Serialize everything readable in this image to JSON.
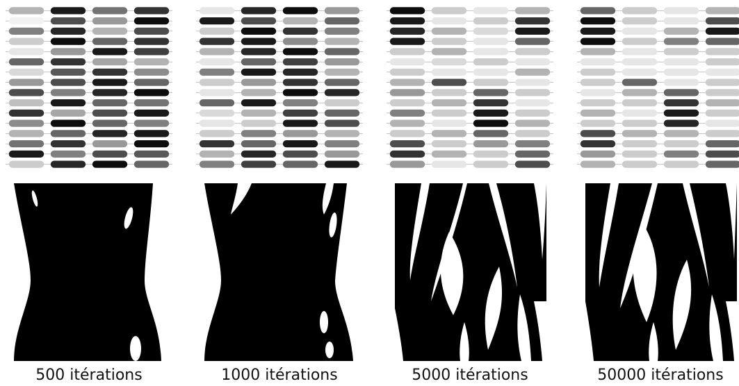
{
  "panels": [
    {
      "caption": "500 itérations",
      "bars": [
        [
          0.3,
          0.9,
          0.55,
          0.8
        ],
        [
          0.05,
          0.7,
          0.4,
          0.95
        ],
        [
          0.5,
          0.85,
          0.3,
          0.7
        ],
        [
          0.2,
          0.95,
          0.6,
          0.8
        ],
        [
          0.1,
          0.4,
          0.9,
          0.75
        ],
        [
          0.6,
          0.8,
          0.35,
          0.3
        ],
        [
          0.15,
          0.65,
          0.8,
          0.45
        ],
        [
          0.4,
          0.7,
          0.9,
          0.6
        ],
        [
          0.7,
          0.5,
          0.85,
          0.95
        ],
        [
          0.25,
          0.9,
          0.6,
          0.55
        ],
        [
          0.8,
          0.35,
          0.7,
          0.9
        ],
        [
          0.45,
          0.95,
          0.6,
          0.5
        ],
        [
          0.3,
          0.6,
          0.85,
          0.9
        ],
        [
          0.55,
          0.8,
          0.4,
          0.95
        ],
        [
          0.9,
          0.5,
          0.7,
          0.65
        ],
        [
          0.2,
          0.85,
          0.95,
          0.6
        ]
      ]
    },
    {
      "caption": "1000 itérations",
      "bars": [
        [
          0.1,
          0.85,
          0.95,
          0.4
        ],
        [
          0.9,
          0.7,
          0.3,
          0.6
        ],
        [
          0.2,
          0.95,
          0.8,
          0.5
        ],
        [
          0.8,
          0.9,
          0.45,
          0.3
        ],
        [
          0.3,
          0.85,
          0.95,
          0.6
        ],
        [
          0.1,
          0.6,
          0.75,
          0.4
        ],
        [
          0.5,
          0.9,
          0.85,
          0.3
        ],
        [
          0.2,
          0.4,
          0.8,
          0.6
        ],
        [
          0.1,
          0.3,
          0.95,
          0.85
        ],
        [
          0.6,
          0.9,
          0.5,
          0.2
        ],
        [
          0.15,
          0.3,
          0.75,
          0.6
        ],
        [
          0.1,
          0.2,
          0.9,
          0.7
        ],
        [
          0.2,
          0.5,
          0.4,
          0.3
        ],
        [
          0.8,
          0.6,
          0.9,
          0.5
        ],
        [
          0.3,
          0.85,
          0.7,
          0.4
        ],
        [
          0.5,
          0.75,
          0.6,
          0.9
        ]
      ]
    },
    {
      "caption": "5000 itérations",
      "bars": [
        [
          0.95,
          0.2,
          0.1,
          0.3
        ],
        [
          0.9,
          0.1,
          0.2,
          0.8
        ],
        [
          0.85,
          0.3,
          0.15,
          0.9
        ],
        [
          0.9,
          0.2,
          0.1,
          0.6
        ],
        [
          0.2,
          0.3,
          0.1,
          0.2
        ],
        [
          0.1,
          0.15,
          0.2,
          0.1
        ],
        [
          0.2,
          0.1,
          0.1,
          0.3
        ],
        [
          0.3,
          0.7,
          0.2,
          0.1
        ],
        [
          0.4,
          0.2,
          0.6,
          0.2
        ],
        [
          0.2,
          0.3,
          0.8,
          0.1
        ],
        [
          0.5,
          0.2,
          0.9,
          0.2
        ],
        [
          0.3,
          0.1,
          0.95,
          0.3
        ],
        [
          0.2,
          0.3,
          0.6,
          0.2
        ],
        [
          0.7,
          0.2,
          0.4,
          0.5
        ],
        [
          0.8,
          0.3,
          0.2,
          0.6
        ],
        [
          0.4,
          0.1,
          0.2,
          0.7
        ]
      ]
    },
    {
      "caption": "50000 itérations",
      "bars": [
        [
          0.6,
          0.2,
          0.1,
          0.3
        ],
        [
          0.95,
          0.2,
          0.1,
          0.7
        ],
        [
          0.9,
          0.1,
          0.3,
          0.9
        ],
        [
          0.95,
          0.2,
          0.5,
          0.6
        ],
        [
          0.3,
          0.1,
          0.2,
          0.2
        ],
        [
          0.1,
          0.1,
          0.1,
          0.2
        ],
        [
          0.2,
          0.1,
          0.1,
          0.1
        ],
        [
          0.2,
          0.6,
          0.1,
          0.2
        ],
        [
          0.1,
          0.3,
          0.6,
          0.2
        ],
        [
          0.2,
          0.2,
          0.8,
          0.3
        ],
        [
          0.3,
          0.1,
          0.9,
          0.2
        ],
        [
          0.2,
          0.2,
          0.85,
          0.1
        ],
        [
          0.7,
          0.3,
          0.3,
          0.2
        ],
        [
          0.8,
          0.2,
          0.2,
          0.6
        ],
        [
          0.4,
          0.2,
          0.5,
          0.7
        ],
        [
          0.3,
          0.2,
          0.2,
          0.6
        ]
      ]
    }
  ]
}
